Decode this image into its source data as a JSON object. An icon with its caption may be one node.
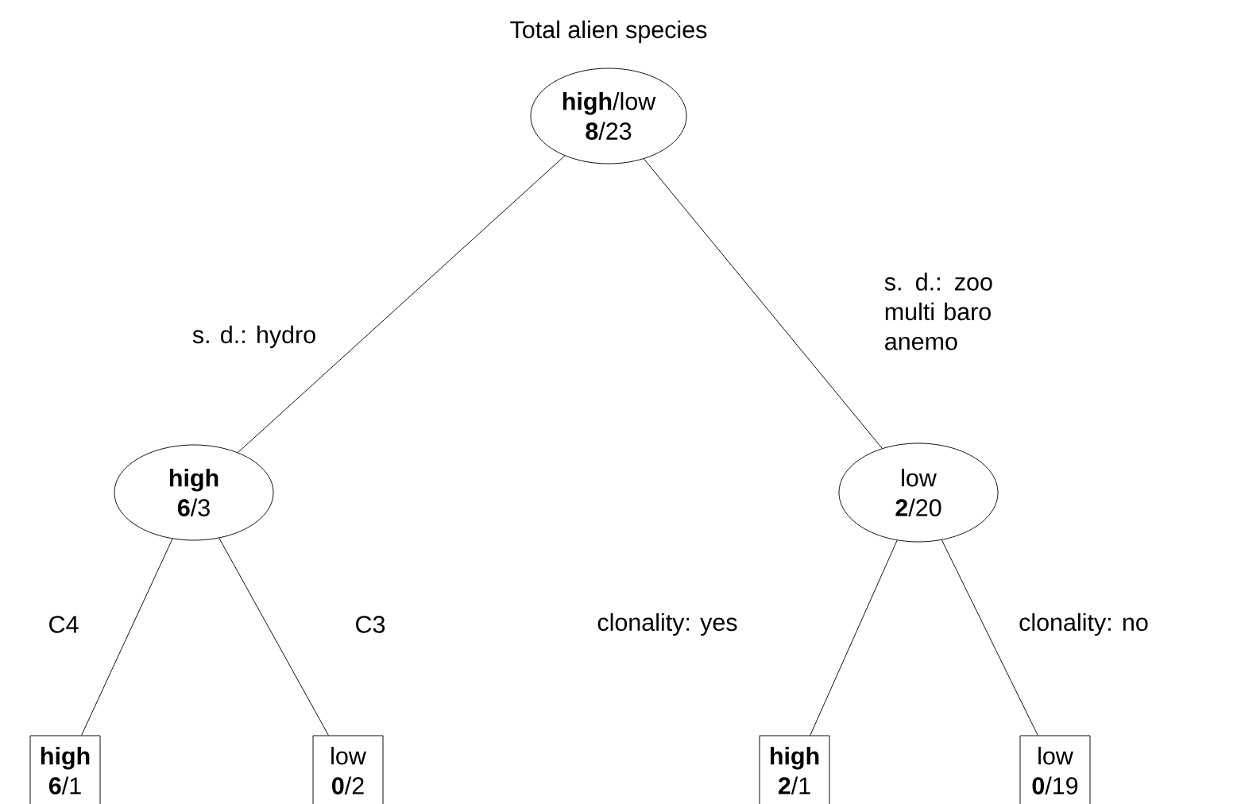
{
  "diagram": {
    "title": "Total alien species",
    "nodes": [
      {
        "text": [
          "**high**/low",
          "**8**/23"
        ]
      },
      {
        "text": [
          "**high**",
          "**6**/3"
        ]
      },
      {
        "text": [
          "low",
          "**2**/20"
        ]
      },
      {
        "text": [
          "**high**",
          "**6**/1"
        ]
      },
      {
        "text": [
          "low",
          "**0**/2"
        ]
      },
      {
        "text": [
          "**high**",
          "**2**/1"
        ]
      },
      {
        "text": [
          "low",
          "**0**/19"
        ]
      }
    ],
    "edges": [
      {
        "from": 0,
        "to": 1,
        "arrow": "none",
        "label": "s. d.: hydro"
      },
      {
        "from": 0,
        "to": 2,
        "arrow": "none",
        "label": "s. d.: zoo multi baro anemo"
      },
      {
        "from": 1,
        "to": 3,
        "arrow": "none",
        "label": "C4"
      },
      {
        "from": 1,
        "to": 4,
        "arrow": "none",
        "label": "C3"
      },
      {
        "from": 2,
        "to": 5,
        "arrow": "none",
        "label": "clonality: yes"
      },
      {
        "from": 2,
        "to": 6,
        "arrow": "none",
        "label": "clonality: no"
      }
    ]
  }
}
